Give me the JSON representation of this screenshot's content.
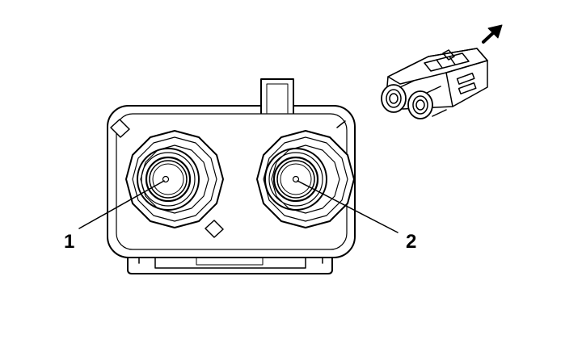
{
  "diagram": {
    "callouts": [
      {
        "label": "1"
      },
      {
        "label": "2"
      }
    ],
    "colors": {
      "line": "#000000",
      "background": "#ffffff"
    },
    "icons": [
      "connector-front-view",
      "connector-3d-inset",
      "direction-arrow-icon"
    ]
  }
}
